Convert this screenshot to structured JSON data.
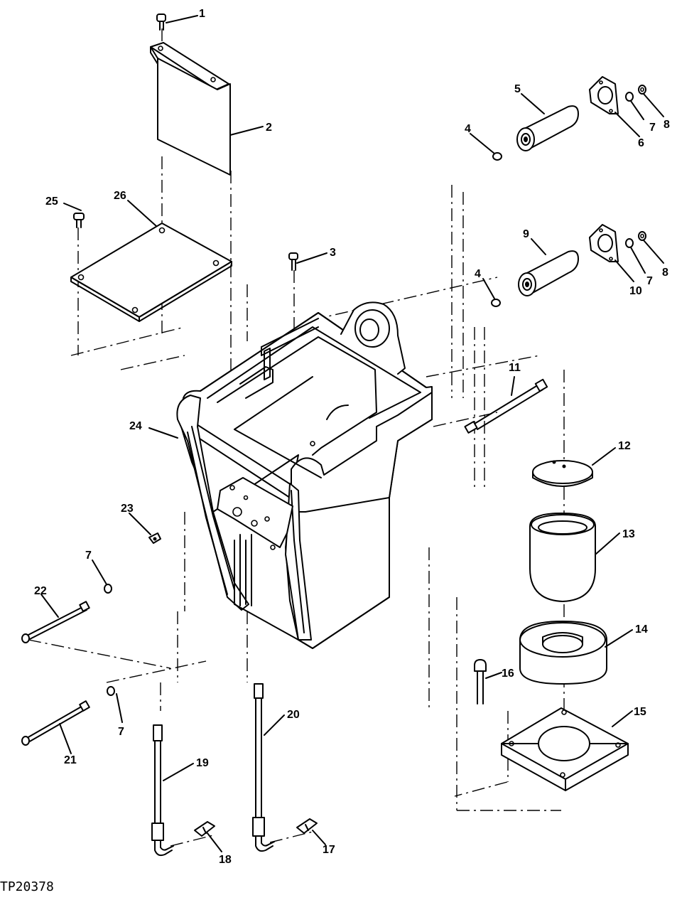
{
  "diagram": {
    "reference_code": "TP20378",
    "callouts": {
      "c1": "1",
      "c2": "2",
      "c3": "3",
      "c4a": "4",
      "c4b": "4",
      "c5": "5",
      "c6": "6",
      "c7a": "7",
      "c7b": "7",
      "c7c": "7",
      "c7d": "7",
      "c8a": "8",
      "c8b": "8",
      "c9": "9",
      "c10": "10",
      "c11": "11",
      "c12": "12",
      "c13": "13",
      "c14": "14",
      "c15": "15",
      "c16": "16",
      "c17": "17",
      "c18": "18",
      "c19": "19",
      "c20": "20",
      "c21": "21",
      "c22": "22",
      "c23": "23",
      "c24": "24",
      "c25": "25",
      "c26": "26"
    }
  }
}
